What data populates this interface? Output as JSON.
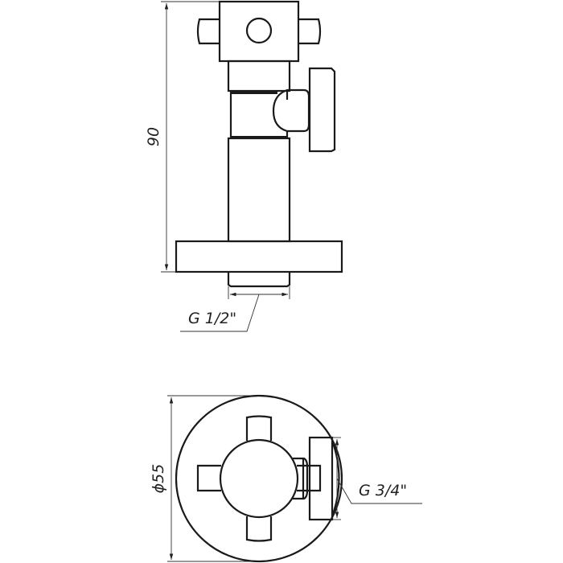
{
  "drawing": {
    "side_view": {
      "height_dimension": "90",
      "inlet_thread_label": "G 1/2\""
    },
    "top_view": {
      "diameter_dimension": "ϕ55",
      "outlet_thread_label": "G 3/4\""
    },
    "line_color": "#1a1a1a"
  }
}
